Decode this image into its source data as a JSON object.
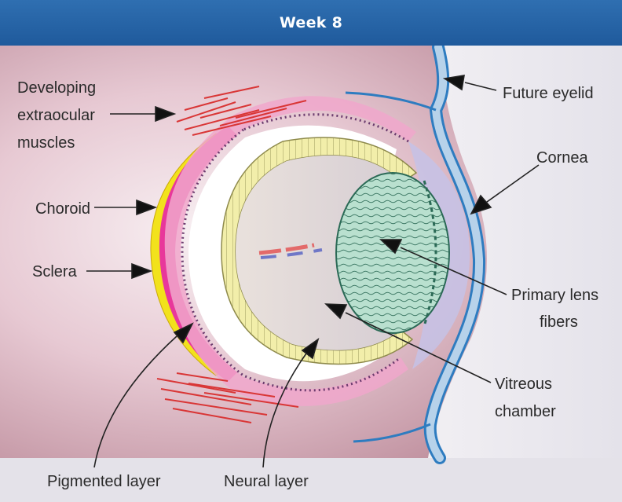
{
  "header": {
    "title": "Week 8"
  },
  "labels": {
    "extraocular_muscles": [
      "Developing",
      "extraocular",
      "muscles"
    ],
    "choroid": "Choroid",
    "sclera": "Sclera",
    "future_eyelid": "Future eyelid",
    "cornea": "Cornea",
    "primary_lens_fibers": [
      "Primary lens",
      "fibers"
    ],
    "vitreous_chamber": [
      "Vitreous",
      "chamber"
    ],
    "pigmented_layer": "Pigmented layer",
    "neural_layer": "Neural layer"
  },
  "colors": {
    "header": "#2058a0",
    "sclera": "#f2e21c",
    "choroid": "#e8379b",
    "retina_neural": "#f2eeaa",
    "lens": "#b9e0cf",
    "cornea_eyelid": "#a9c8e6",
    "muscle": "#e03838"
  }
}
